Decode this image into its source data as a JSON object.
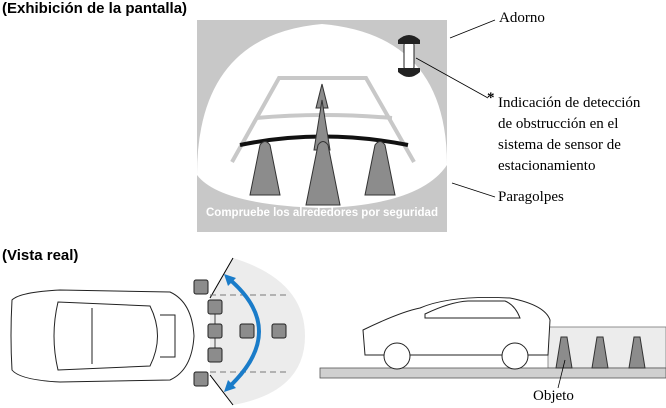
{
  "headings": {
    "display": "(Exhibición de la pantalla)",
    "real_view": "(Vista real)"
  },
  "screen": {
    "message": "Compruebe los alrededores por seguridad"
  },
  "callouts": {
    "trim": "Adorno",
    "asterisk": "*",
    "indicator_lines": [
      "Indicación de detección",
      "de obstrucción en el",
      "sistema de sensor de",
      "estacionamiento"
    ],
    "bumper": "Paragolpes",
    "object": "Objeto"
  },
  "colors": {
    "screen_gray": "#c8c8c8",
    "cone_gray": "#8c8c8c",
    "arrow_blue": "#1a7cc9",
    "zone_gray": "#ececec"
  }
}
